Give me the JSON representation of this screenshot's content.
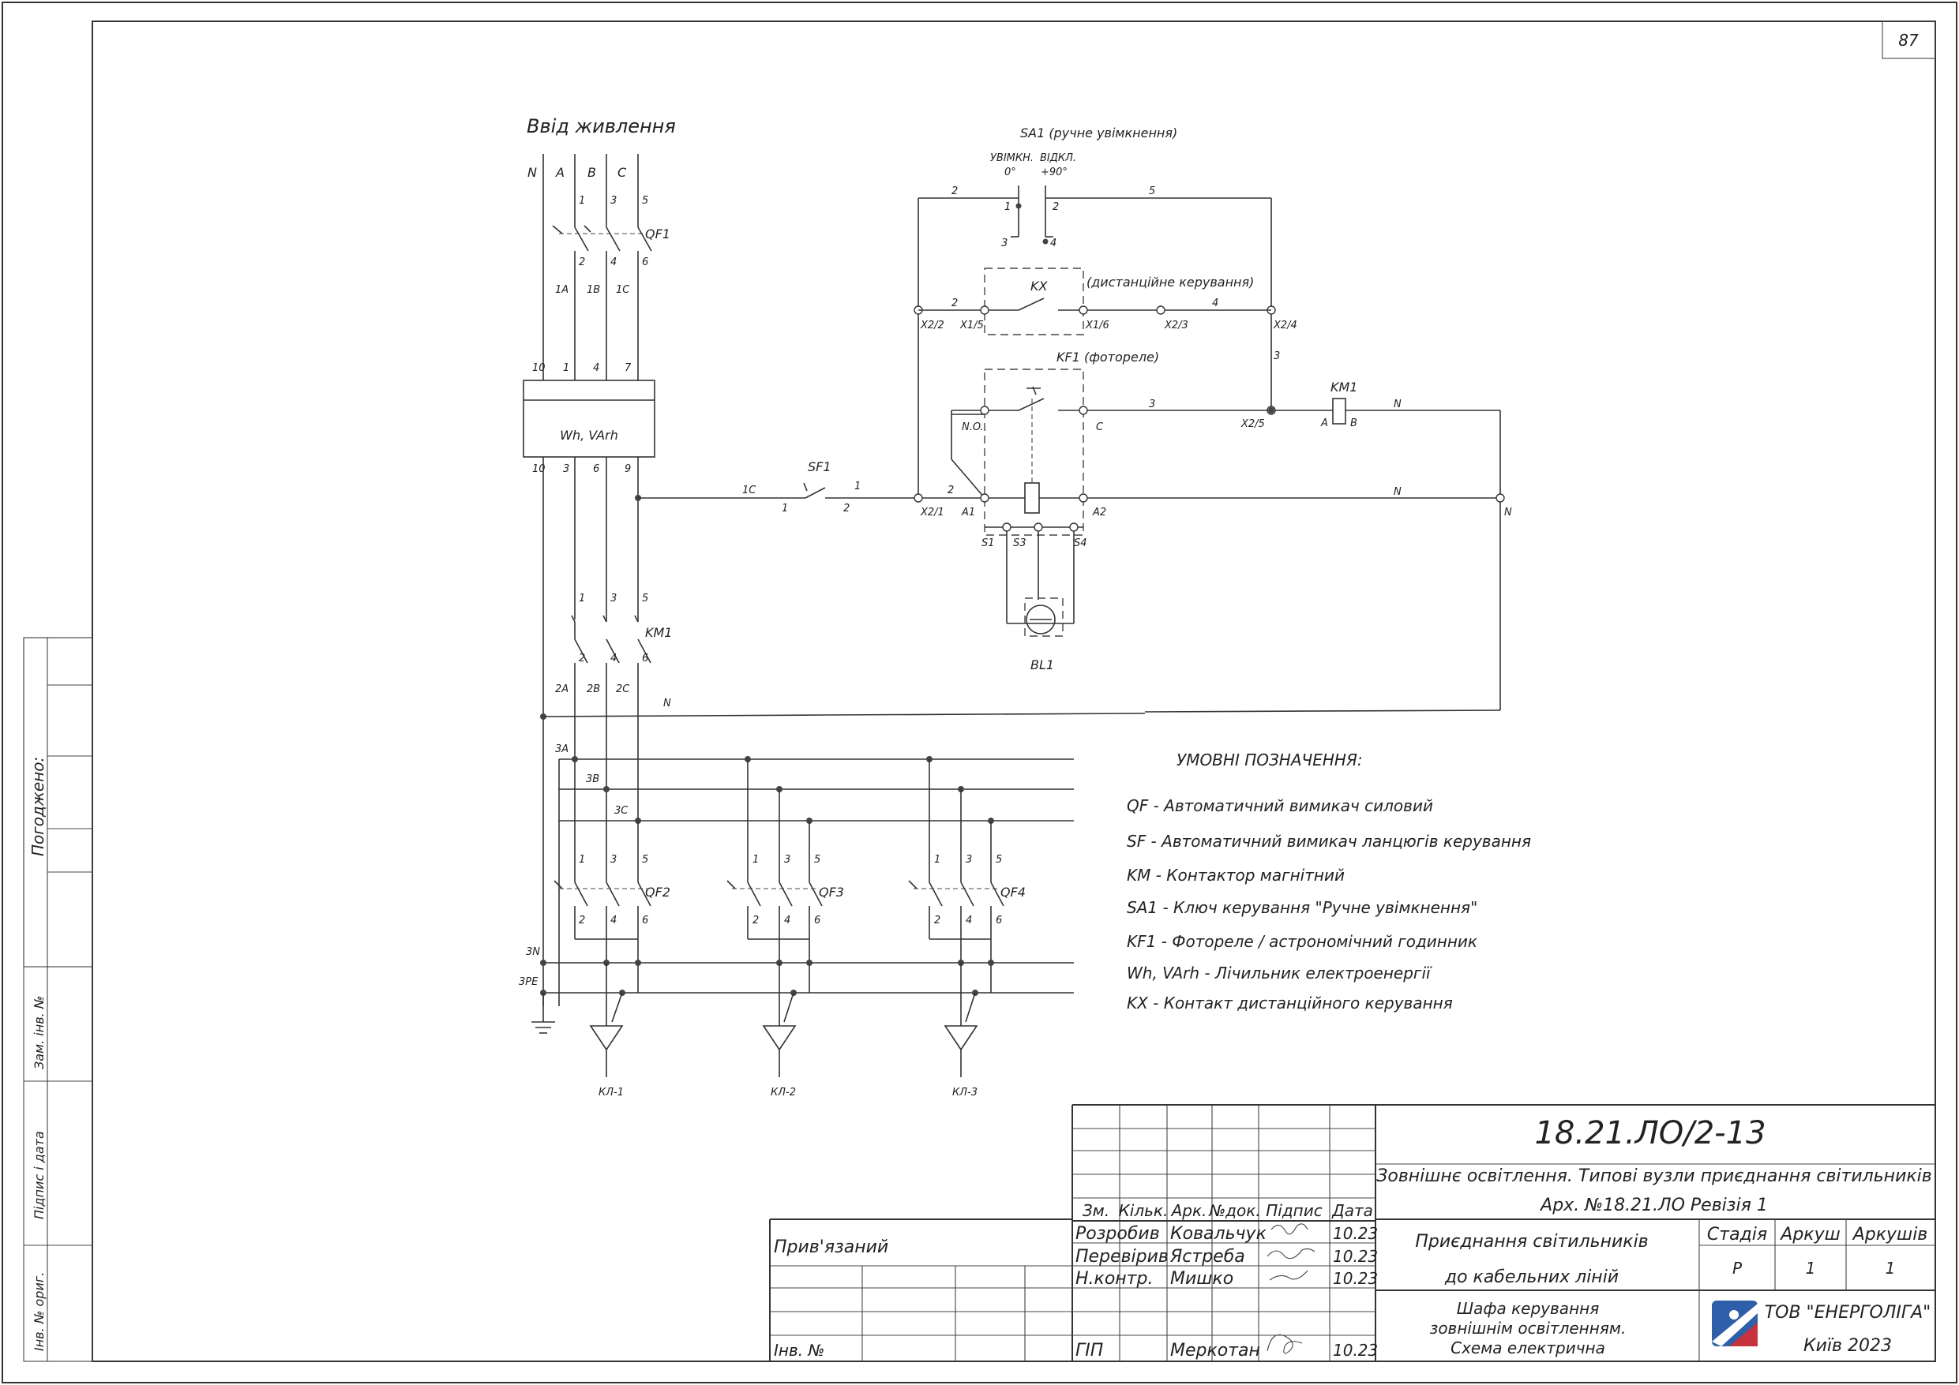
{
  "sheet": {
    "page_number": "87",
    "section_title": "Ввід живлення"
  },
  "side_stamp": {
    "agreed": "Погоджено:",
    "replaced_inv": "Зам. інв. №",
    "sign_date": "Підпис і дата",
    "orig_inv": "Інв. № ориг."
  },
  "phases": {
    "n": "N",
    "a": "A",
    "b": "B",
    "c": "C"
  },
  "schematic": {
    "t1": "1",
    "t2": "2",
    "t3": "3",
    "t4": "4",
    "t5": "5",
    "t6": "6",
    "t7": "7",
    "t9": "9",
    "t10": "10",
    "qf1": "QF1",
    "qf2": "QF2",
    "qf3": "QF3",
    "qf4": "QF4",
    "km1": "KM1",
    "w1a": "1A",
    "w1b": "1B",
    "w1c": "1C",
    "w2a": "2A",
    "w2b": "2B",
    "w2c": "2C",
    "bus3a": "3A",
    "bus3b": "3B",
    "bus3c": "3C",
    "bus3n": "3N",
    "bus3pe": "3PE",
    "meter": "Wh, VArh",
    "sf1": "SF1",
    "wire_1c": "1C",
    "n": "N",
    "sa1": "SA1 (ручне увімкнення)",
    "sa1_on": "УВІМКН.",
    "sa1_on_deg": "0°",
    "sa1_off": "ВІДКЛ.",
    "sa1_off_deg": "+90°",
    "kx": "KX",
    "kx_note": "(дистанційне керування)",
    "kf1": "KF1  (фотореле)",
    "x22": "X2/2",
    "xt15": "X1/5",
    "xt16": "X1/6",
    "x23": "X2/3",
    "x24": "X2/4",
    "x25": "X2/5",
    "x21": "X2/1",
    "no": "N.O.",
    "c": "C",
    "a1": "A1",
    "a2": "A2",
    "s1": "S1",
    "s3": "S3",
    "s4": "S4",
    "coil_a": "A",
    "coil_b": "B",
    "bl1": "BL1",
    "kl1": "КЛ-1",
    "kl2": "КЛ-2",
    "kl3": "КЛ-3"
  },
  "legend": {
    "title": "УМОВНІ ПОЗНАЧЕННЯ:",
    "items": [
      "QF - Автоматичний вимикач силовий",
      "SF - Автоматичний вимикач ланцюгів керування",
      "KM - Контактор магнітний",
      "SA1 - Ключ керування \"Ручне увімкнення\"",
      "KF1 - Фотореле / астрономічний годинник",
      "Wh, VArh - Лічильник електроенергії",
      "KX - Контакт дистанційного керування"
    ]
  },
  "title_block": {
    "code": "18.21.ЛО/2-13",
    "project_line1": "Зовнішнє освітлення. Типові вузли приєднання світильників",
    "project_line2": "Арх. №18.21.ЛО Ревізія 1",
    "bound": "Прив'язаний",
    "inv_no": "Інв. №",
    "headers": {
      "zm": "Зм.",
      "kilk": "Кільк.",
      "ark": "Арк.",
      "ndok": "№док.",
      "pidpys": "Підпис",
      "data": "Дата"
    },
    "roles": [
      {
        "role": "Розробив",
        "name": "Ковальчук",
        "date": "10.23"
      },
      {
        "role": "Перевірив",
        "name": "Ястреба",
        "date": "10.23"
      },
      {
        "role": "Н.контр.",
        "name": "Мишко",
        "date": "10.23"
      },
      {
        "role": "ГІП",
        "name": "Меркотан",
        "date": "10.23"
      }
    ],
    "sheet_title_line1": "Приєднання світильників",
    "sheet_title_line2": "до кабельних ліній",
    "drawing_title_line1": "Шафа керування",
    "drawing_title_line2": "зовнішнім освітленням.",
    "drawing_title_line3": "Схема електрична",
    "stage_label": "Стадія",
    "sheet_label": "Аркуш",
    "sheets_label": "Аркушів",
    "stage": "Р",
    "sheet": "1",
    "sheets": "1",
    "company": "ТОВ \"ЕНЕРГОЛІГА\"",
    "city_year": "Київ 2023"
  }
}
